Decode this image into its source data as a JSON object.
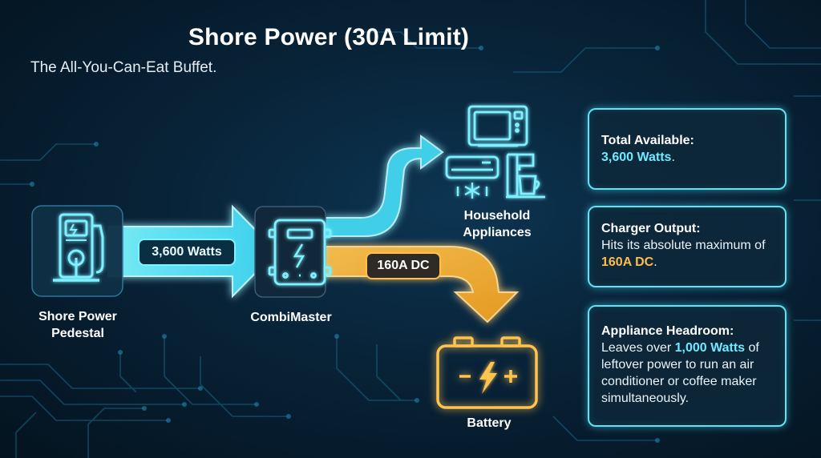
{
  "title": "Shore Power (30A Limit)",
  "subtitle": "The All-You-Can-Eat Buffet.",
  "nodes": {
    "pedestal": "Shore Power\nPedestal",
    "combimaster": "CombiMaster",
    "appliances": "Household\nAppliances",
    "battery": "Battery"
  },
  "flows": {
    "input_label": "3,600 Watts",
    "battery_label": "160A DC"
  },
  "info_boxes": {
    "total": {
      "head": "Total Available:",
      "value": "3,600 Watts",
      "tail": "."
    },
    "charger": {
      "head": "Charger Output:",
      "text": "Hits its absolute maximum of ",
      "value": "160A DC",
      "tail": "."
    },
    "headroom": {
      "head": "Appliance Headroom:",
      "text_before": "Leaves over ",
      "value": "1,000 Watts",
      "text_after": " of leftover power to run an air conditioner or coffee maker simultaneously."
    }
  },
  "colors": {
    "cyan": "#5ff0ff",
    "orange": "#ffb63a",
    "background": "#082338"
  },
  "icons": [
    "ev-charger-icon",
    "inverter-charger-icon",
    "microwave-icon",
    "air-conditioner-icon",
    "snowflake-icon",
    "coffee-maker-icon",
    "battery-icon",
    "lightning-bolt-icon"
  ]
}
